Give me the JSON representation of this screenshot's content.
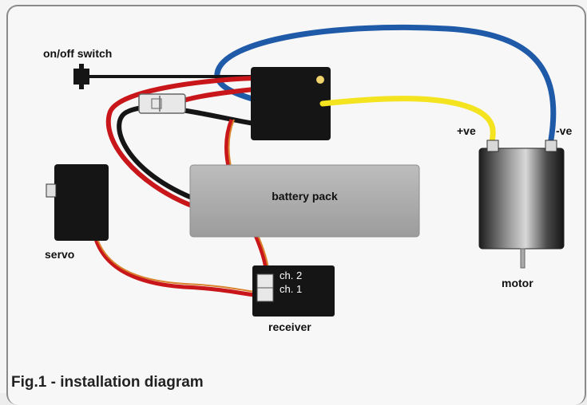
{
  "labels": {
    "switch": "on/off switch",
    "servo": "servo",
    "battery": "battery pack",
    "receiver": "receiver",
    "ch2": "ch. 2",
    "ch1": "ch. 1",
    "motor": "motor",
    "positive": "+ve",
    "negative": "-ve"
  },
  "caption": "Fig.1 - installation diagram",
  "colors": {
    "wire_red": "#c8161a",
    "wire_black": "#151515",
    "wire_blue": "#1f5aa8",
    "wire_yellow": "#f4e420",
    "wire_orange": "#d9822b",
    "battery": "#a9a9a9",
    "esc": "#151515"
  }
}
